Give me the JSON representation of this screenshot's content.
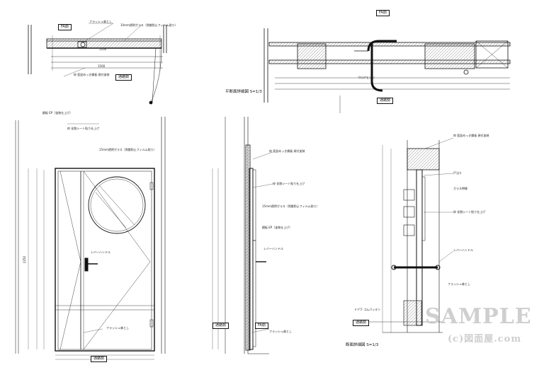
{
  "labels": {
    "fa_side": "FA側",
    "corridor_side": "通路側",
    "plan_title": "平断面詳細図 S=1/3",
    "section_title": "断面詳細図 S=1/3",
    "flush_door": "フラッシュ扉とし",
    "glass_10mm": "10mm透明ガラス（飛散防止フィルム貼り）",
    "glass_15mm": "15mm透明ガラス（飛散防止フィルム貼り）",
    "steel_ep": "鋼板 EP（塗装仕上げ）",
    "frame_note": "枠 亜鉛めっき鋼板 焼付塗装",
    "sheet_finish": "枠 化粧シート貼り仕上げ",
    "stopper": "戸当り",
    "handle": "レバーハンドル",
    "floor_hinge": "フロアヒンジ",
    "bottom_seal": "ドア下 ゴムパッキン",
    "glass_fix_label": "ガラス押縁",
    "dim_1500": "1500",
    "dim_1100": "1100",
    "dim_2250": "2250"
  },
  "watermark": {
    "main": "SAMPLE",
    "sub": "(c)図面屋.com"
  },
  "colors": {
    "line": "#111111",
    "thin": "#333333",
    "hatch": "#555555",
    "wm": "#cfcfcf"
  }
}
